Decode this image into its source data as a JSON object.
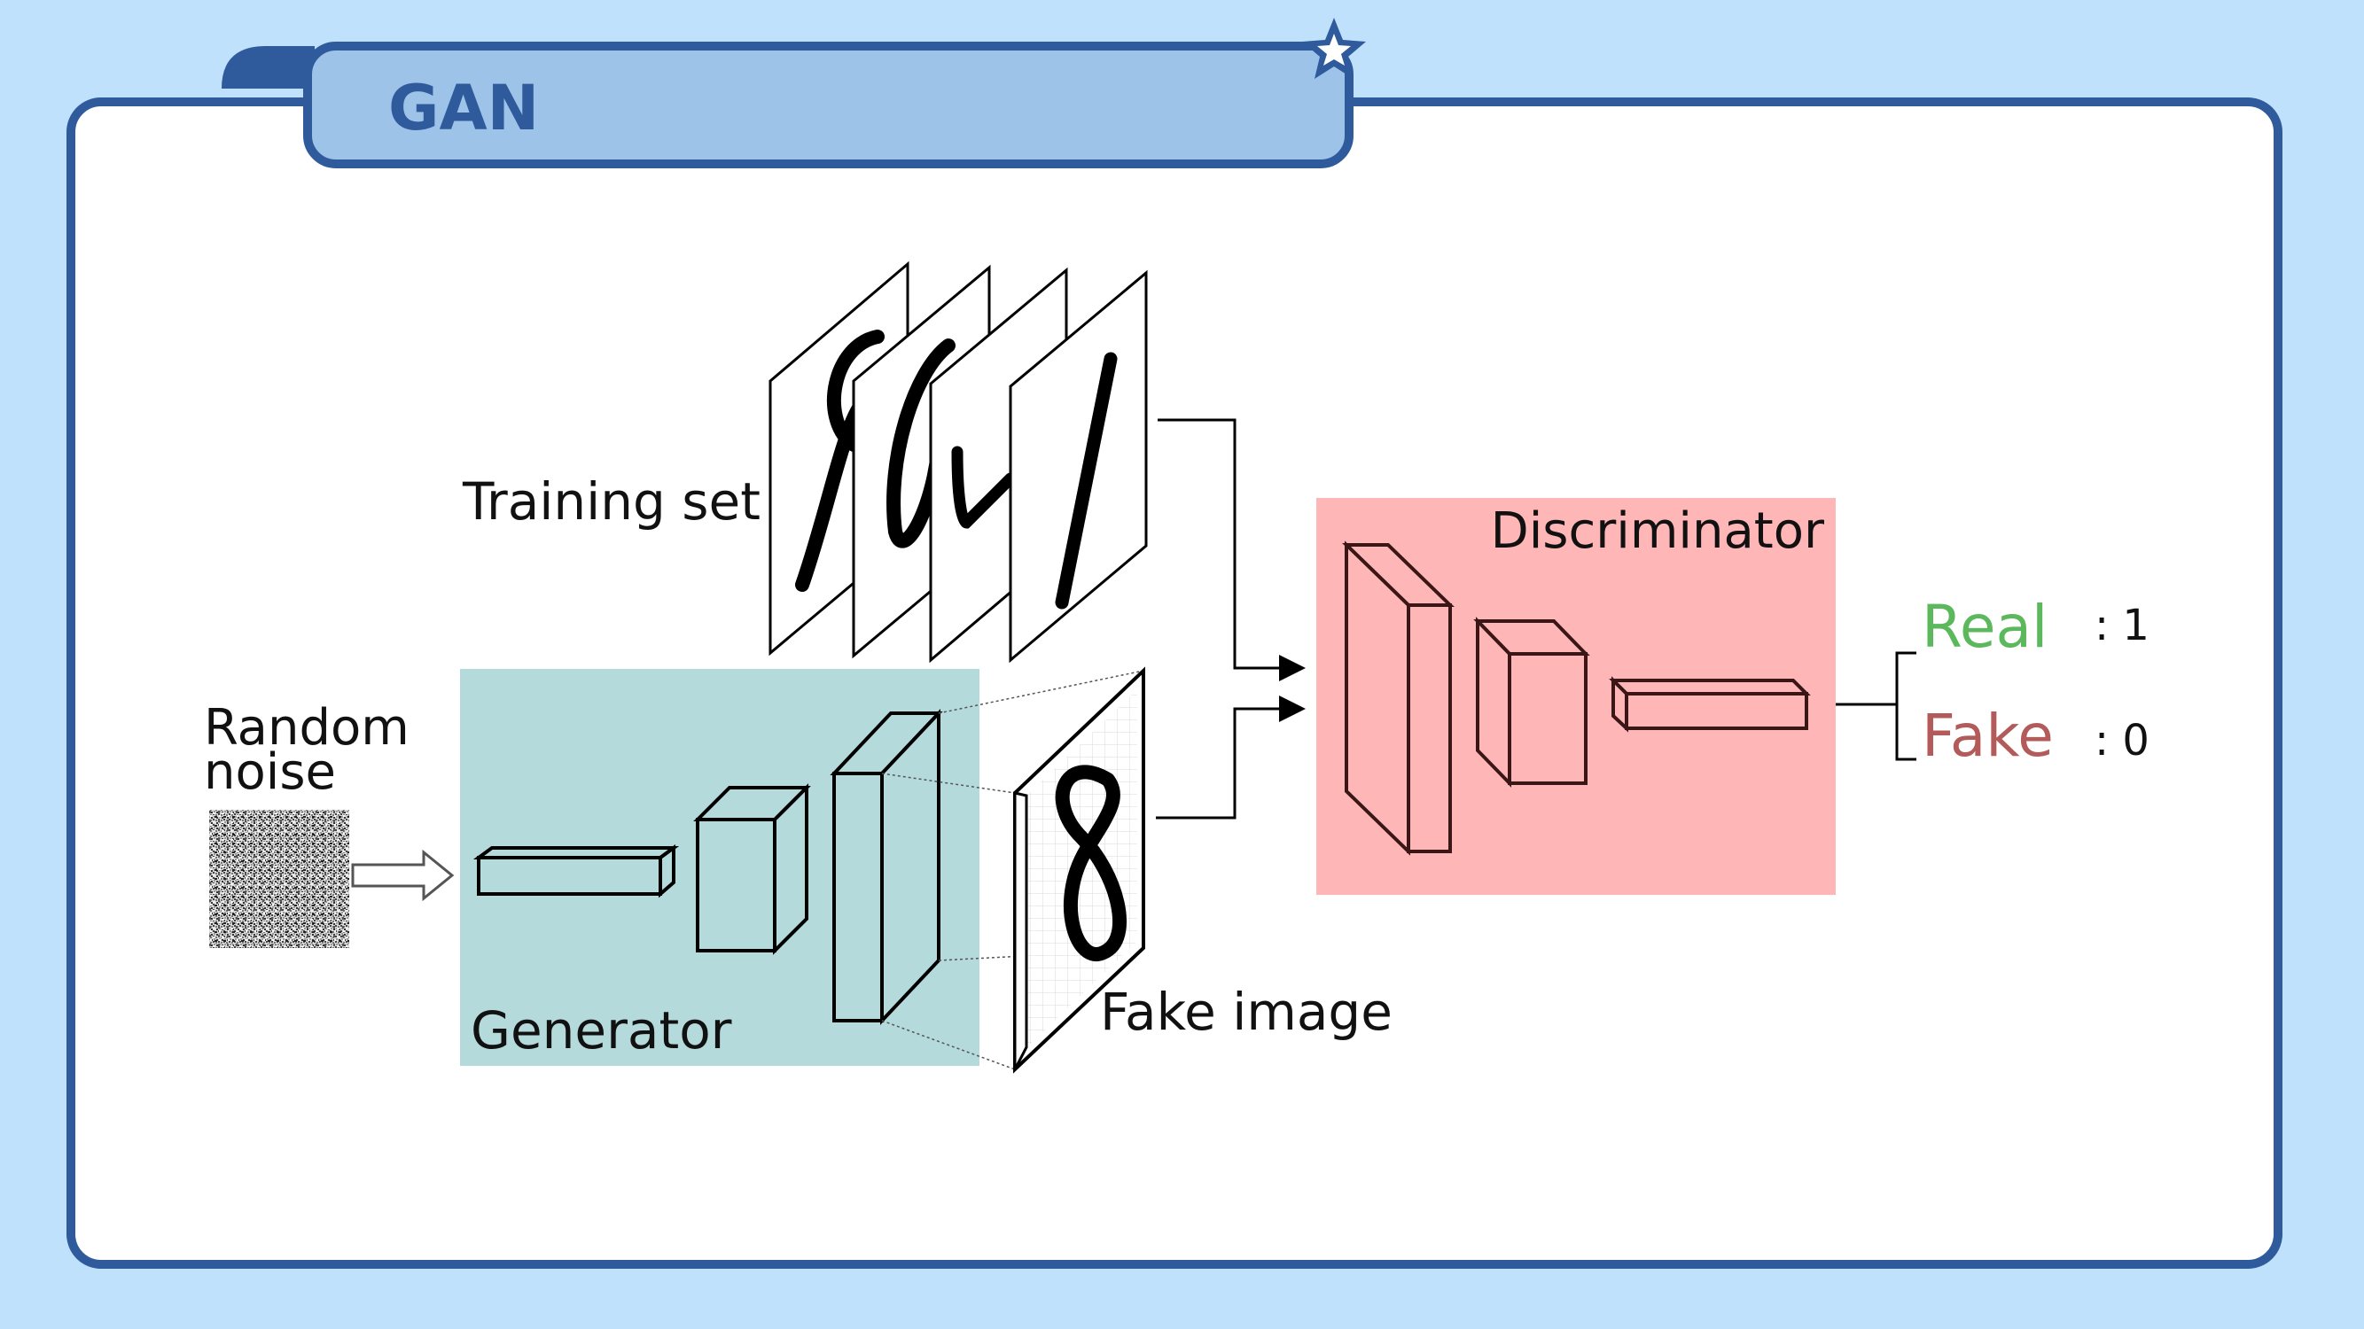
{
  "slide": {
    "title": "GAN",
    "colors": {
      "background": "#bfe1fb",
      "frame_border": "#2f5a9c",
      "title_tab_fill": "#9ec3e8",
      "generator_fill": "#b5dadb",
      "discriminator_fill": "#ffb6b7",
      "real_label": "#5cb85c",
      "fake_label": "#b35b5b"
    }
  },
  "diagram": {
    "training_set_label": "Training set",
    "random_noise_label_line1": "Random",
    "random_noise_label_line2": "noise",
    "generator_label": "Generator",
    "fake_image_label": "Fake image",
    "discriminator_label": "Discriminator",
    "output_real_label": "Real",
    "output_real_value": ": 1",
    "output_fake_label": "Fake",
    "output_fake_value": ": 0"
  }
}
